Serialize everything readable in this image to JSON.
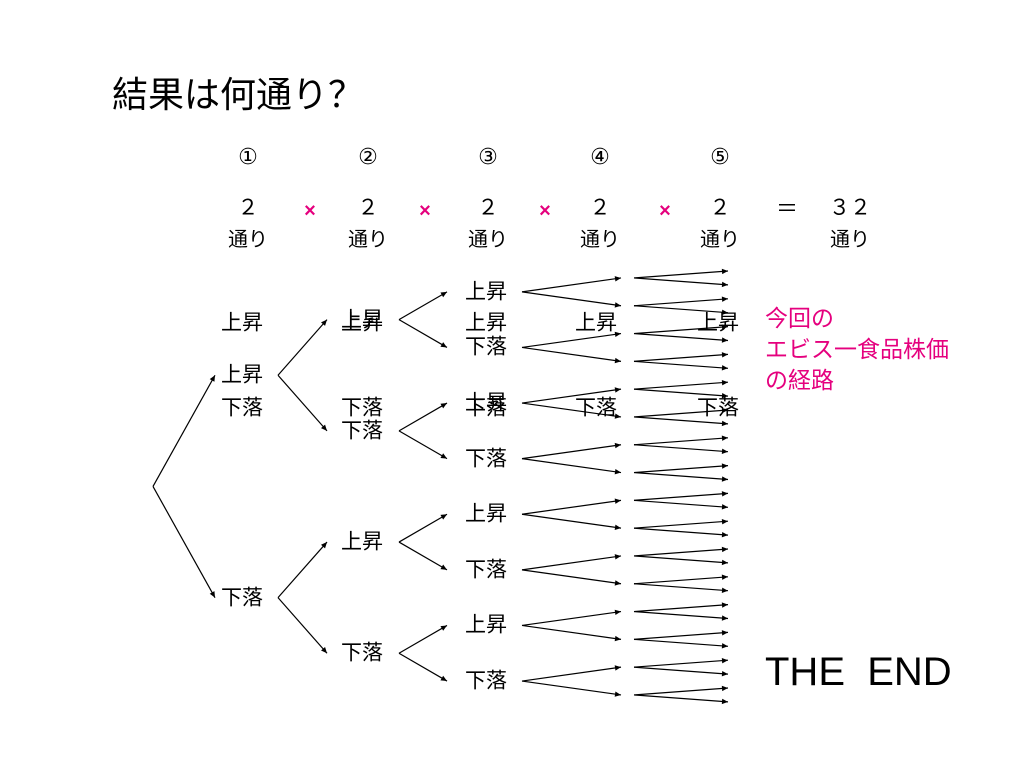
{
  "title": "結果は何通り？",
  "steps": [
    {
      "num": "①",
      "count": "２",
      "unit": "通り"
    },
    {
      "num": "②",
      "count": "２",
      "unit": "通り"
    },
    {
      "num": "③",
      "count": "２",
      "unit": "通り"
    },
    {
      "num": "④",
      "count": "２",
      "unit": "通り"
    },
    {
      "num": "⑤",
      "count": "２",
      "unit": "通り"
    }
  ],
  "operators": [
    "×",
    "×",
    "×",
    "×"
  ],
  "equals": "＝",
  "result": {
    "count": "３２",
    "unit": "通り"
  },
  "tree": {
    "levels": [
      [
        "上昇",
        "下落"
      ],
      [
        "上昇",
        "下落",
        "上昇",
        "下落"
      ],
      [
        "上昇",
        "下落",
        "上昇",
        "下落",
        "上昇",
        "下落",
        "上昇",
        "下落"
      ],
      [],
      []
    ]
  },
  "path_rows": [
    [
      "上昇",
      "上昇",
      "上昇",
      "上昇",
      "上昇"
    ],
    [
      "下落",
      "下落",
      "下落",
      "下落",
      "下落"
    ]
  ],
  "note": [
    "今回の",
    "エビス一食品株価",
    "の経路"
  ],
  "end_text": "THE  END",
  "colors": {
    "accent": "#e5007e",
    "text": "#000000",
    "background": "#ffffff"
  }
}
